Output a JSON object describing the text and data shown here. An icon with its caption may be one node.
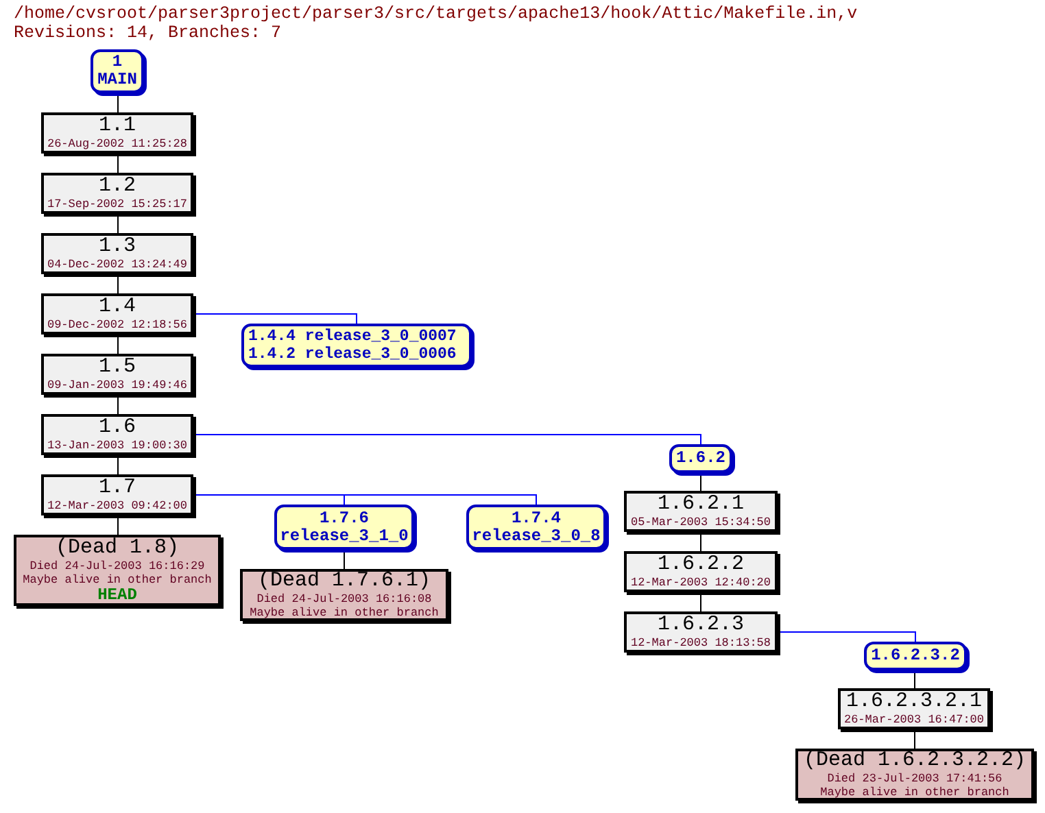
{
  "diagram": {
    "title": "/home/cvsroot/parser3project/parser3/src/targets/apache13/hook/Attic/Makefile.in,v",
    "nodes": [
      {
        "text": [
          "1",
          "MAIN"
        ]
      },
      {
        "text": [
          "1.1",
          "26-Aug-2002 11:25:28"
        ]
      },
      {
        "text": [
          "1.2",
          "17-Sep-2002 15:25:17"
        ]
      },
      {
        "text": [
          "1.3",
          "04-Dec-2002 13:24:49"
        ]
      },
      {
        "text": [
          "1.4",
          "09-Dec-2002 12:18:56"
        ]
      },
      {
        "text": [
          "1.4.4 release_3_0_0007",
          "1.4.2 release_3_0_0006"
        ]
      },
      {
        "text": [
          "1.5",
          "09-Jan-2003 19:49:46"
        ]
      },
      {
        "text": [
          "1.6",
          "13-Jan-2003 19:00:30"
        ]
      },
      {
        "text": [
          "1.6.2"
        ]
      },
      {
        "text": [
          "1.7",
          "12-Mar-2003 09:42:00"
        ]
      },
      {
        "text": [
          "(Dead 1.8)",
          "Died 24-Jul-2003 16:16:29",
          "Maybe alive in other branch",
          "HEAD"
        ]
      },
      {
        "text": [
          "1.7.6",
          "release_3_1_0"
        ]
      },
      {
        "text": [
          "1.7.4",
          "release_3_0_8"
        ]
      },
      {
        "text": [
          "1.6.2.1",
          "05-Mar-2003 15:34:50"
        ]
      },
      {
        "text": [
          "(Dead 1.7.6.1)",
          "Died 24-Jul-2003 16:16:08",
          "Maybe alive in other branch"
        ]
      },
      {
        "text": [
          "1.6.2.2",
          "12-Mar-2003 12:40:20"
        ]
      },
      {
        "text": [
          "1.6.2.3",
          "12-Mar-2003 18:13:58"
        ]
      },
      {
        "text": [
          "1.6.2.3.2"
        ]
      },
      {
        "text": [
          "1.6.2.3.2.1",
          "26-Mar-2003 16:47:00"
        ]
      },
      {
        "text": [
          "(Dead 1.6.2.3.2.2)",
          "Died 23-Jul-2003 17:41:56",
          "Maybe alive in other branch"
        ]
      }
    ],
    "edges": [
      {
        "from": 0,
        "to": 1,
        "arrow": "none"
      },
      {
        "from": 1,
        "to": 2,
        "arrow": "none"
      },
      {
        "from": 2,
        "to": 3,
        "arrow": "none"
      },
      {
        "from": 3,
        "to": 4,
        "arrow": "none"
      },
      {
        "from": 4,
        "to": 5,
        "arrow": "none",
        "color": "#0000ff"
      },
      {
        "from": 4,
        "to": 6,
        "arrow": "none"
      },
      {
        "from": 6,
        "to": 7,
        "arrow": "none"
      },
      {
        "from": 7,
        "to": 8,
        "arrow": "none",
        "color": "#0000ff"
      },
      {
        "from": 7,
        "to": 9,
        "arrow": "none"
      },
      {
        "from": 9,
        "to": 10,
        "arrow": "none"
      },
      {
        "from": 9,
        "to": 11,
        "arrow": "none",
        "color": "#0000ff"
      },
      {
        "from": 9,
        "to": 12,
        "arrow": "none",
        "color": "#0000ff"
      },
      {
        "from": 8,
        "to": 13,
        "arrow": "none"
      },
      {
        "from": 11,
        "to": 14,
        "arrow": "none"
      },
      {
        "from": 13,
        "to": 15,
        "arrow": "none"
      },
      {
        "from": 15,
        "to": 16,
        "arrow": "none"
      },
      {
        "from": 16,
        "to": 17,
        "arrow": "none",
        "color": "#0000ff"
      },
      {
        "from": 17,
        "to": 18,
        "arrow": "none"
      },
      {
        "from": 18,
        "to": 19,
        "arrow": "none"
      }
    ],
    "labels": [
      "Revisions: 14, Branches: 7"
    ]
  }
}
